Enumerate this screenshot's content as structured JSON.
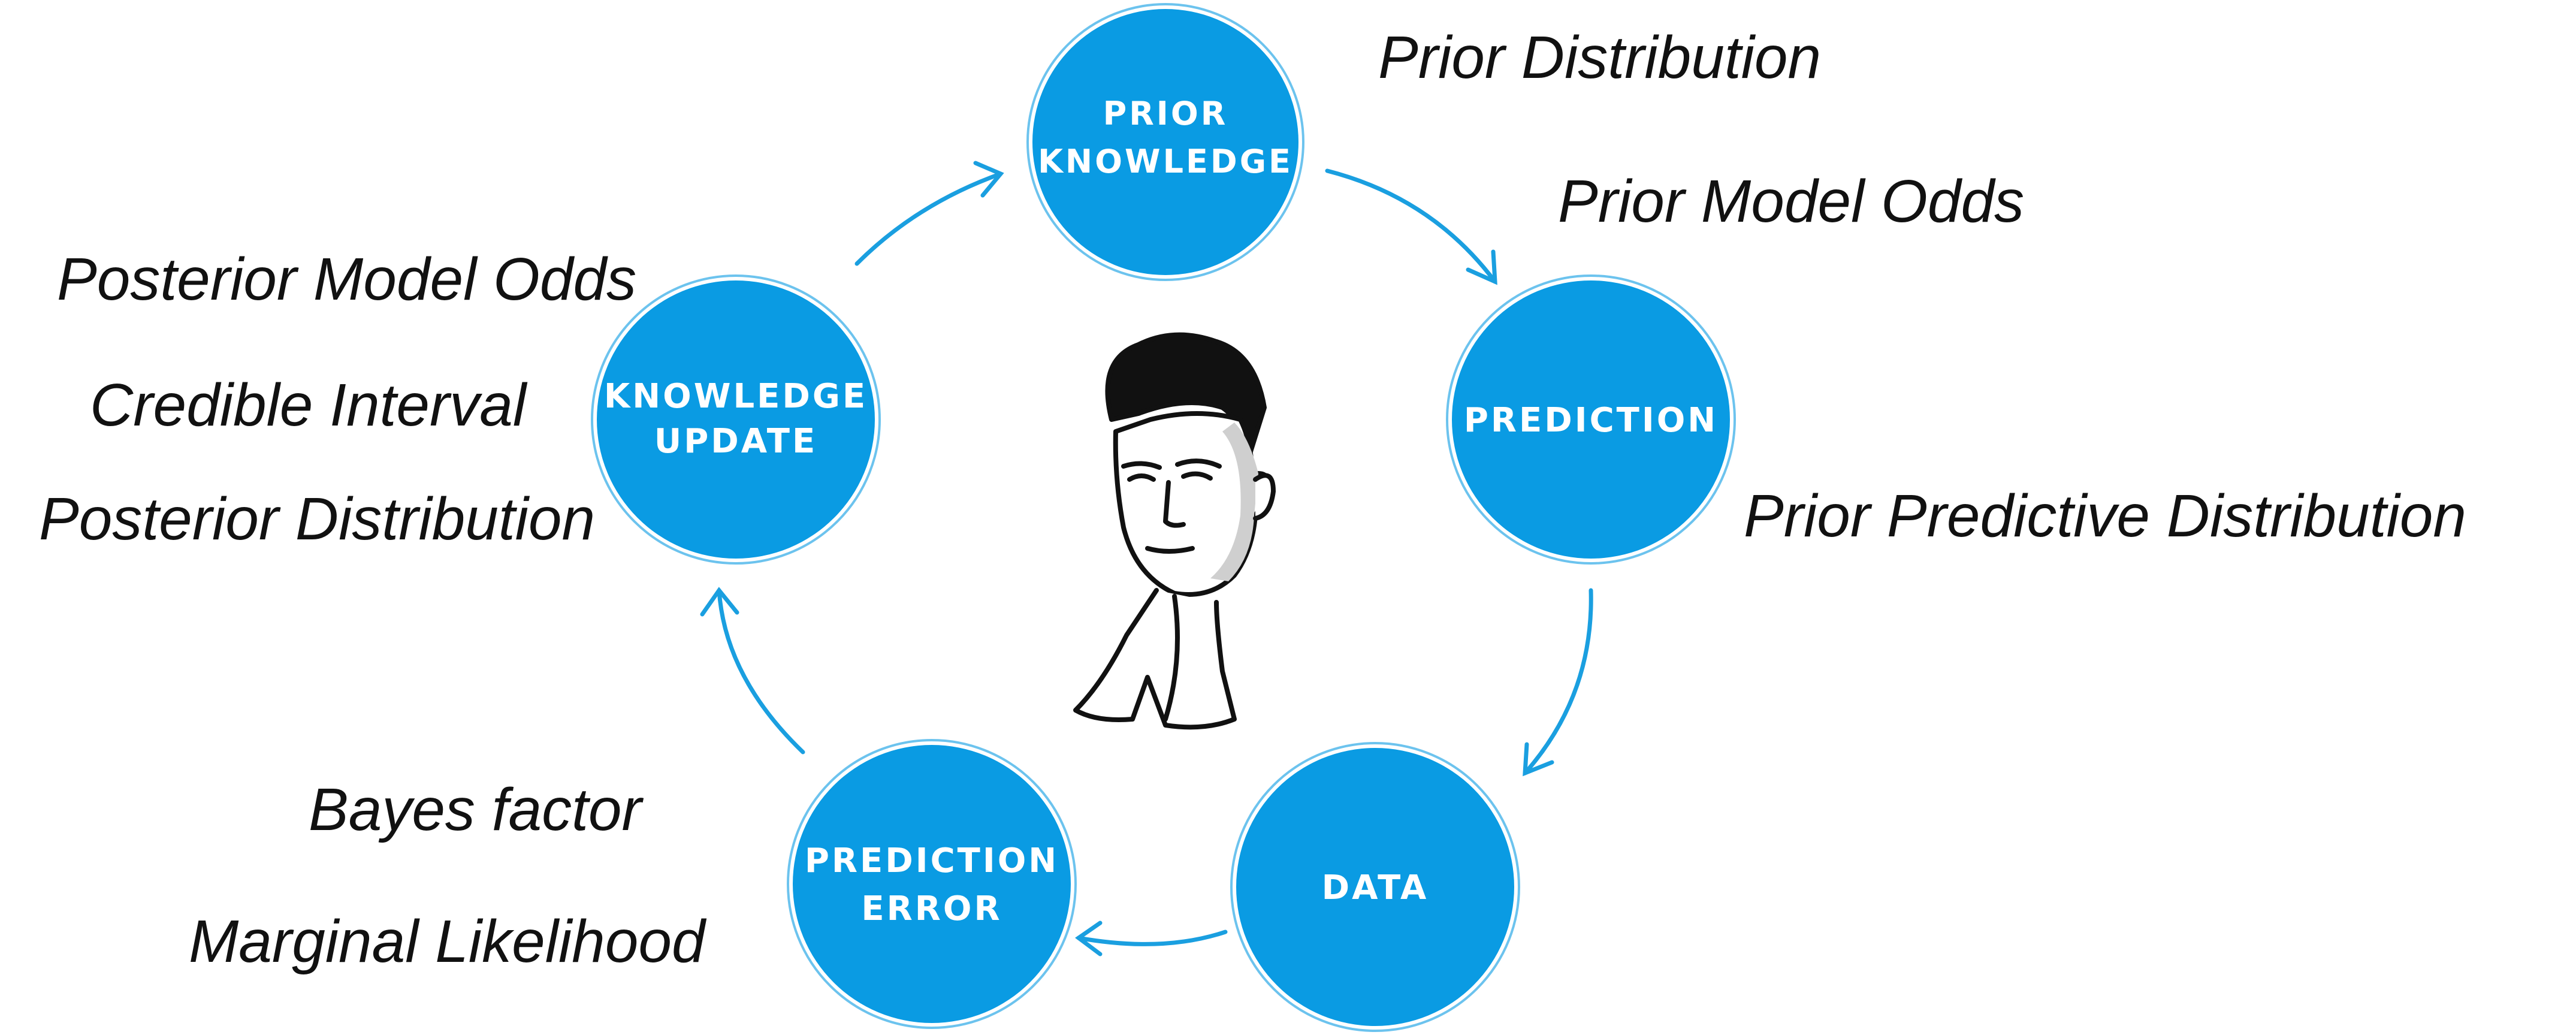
{
  "colors": {
    "circle_fill": "#0a9be3",
    "arrow": "#1a9fe0",
    "text": "#111111",
    "circle_text": "#ffffff"
  },
  "nodes": {
    "prior_knowledge": {
      "line1": "PRIOR",
      "line2": "KNOWLEDGE"
    },
    "prediction": {
      "line1": "PREDICTION"
    },
    "data": {
      "line1": "DATA"
    },
    "prediction_error": {
      "line1": "PREDICTION",
      "line2": "ERROR"
    },
    "knowledge_update": {
      "line1": "KNOWLEDGE",
      "line2": "UPDATE"
    }
  },
  "labels": {
    "prior_distribution": "Prior Distribution",
    "prior_model_odds": "Prior Model Odds",
    "prior_predictive_distribution": "Prior Predictive Distribution",
    "posterior_model_odds": "Posterior Model Odds",
    "credible_interval": "Credible Interval",
    "posterior_distribution": "Posterior Distribution",
    "bayes_factor": "Bayes factor",
    "marginal_likelihood": "Marginal Likelihood"
  },
  "center_figure": "portrait-sketch"
}
